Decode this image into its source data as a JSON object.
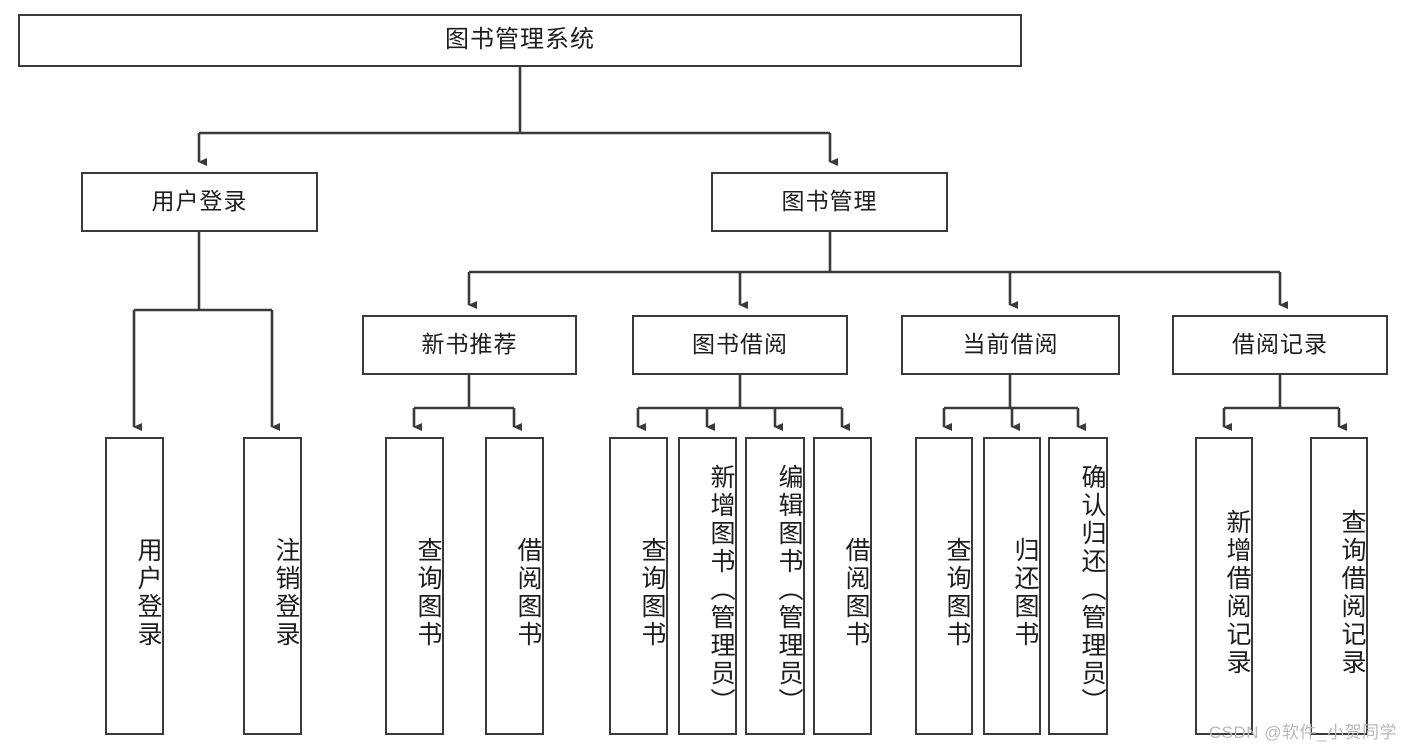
{
  "diagram": {
    "title": "图书管理系统",
    "watermark": "CSDN @软件_小贺同学",
    "line_color": "#3a3a3a",
    "box_border_color": "#3a3a3a",
    "box_fill": "#ffffff",
    "text_color": "#1d1d1d",
    "root": {
      "label": "图书管理系统"
    },
    "level1": [
      {
        "label": "用户登录"
      },
      {
        "label": "图书管理"
      }
    ],
    "level2": [
      {
        "label": "新书推荐"
      },
      {
        "label": "图书借阅"
      },
      {
        "label": "当前借阅"
      },
      {
        "label": "借阅记录"
      }
    ],
    "leaves": {
      "user_login": [
        {
          "label": "用户登录"
        },
        {
          "label": "注销登录"
        }
      ],
      "new_book_recommend": [
        {
          "label": "查询图书"
        },
        {
          "label": "借阅图书"
        }
      ],
      "book_borrow": [
        {
          "label": "查询图书"
        },
        {
          "label": "新增图书（管理员）"
        },
        {
          "label": "编辑图书（管理员）"
        },
        {
          "label": "借阅图书"
        }
      ],
      "current_borrow": [
        {
          "label": "查询图书"
        },
        {
          "label": "归还图书"
        },
        {
          "label": "确认归还（管理员）"
        }
      ],
      "borrow_record": [
        {
          "label": "新增借阅记录"
        },
        {
          "label": "查询借阅记录"
        }
      ]
    }
  }
}
